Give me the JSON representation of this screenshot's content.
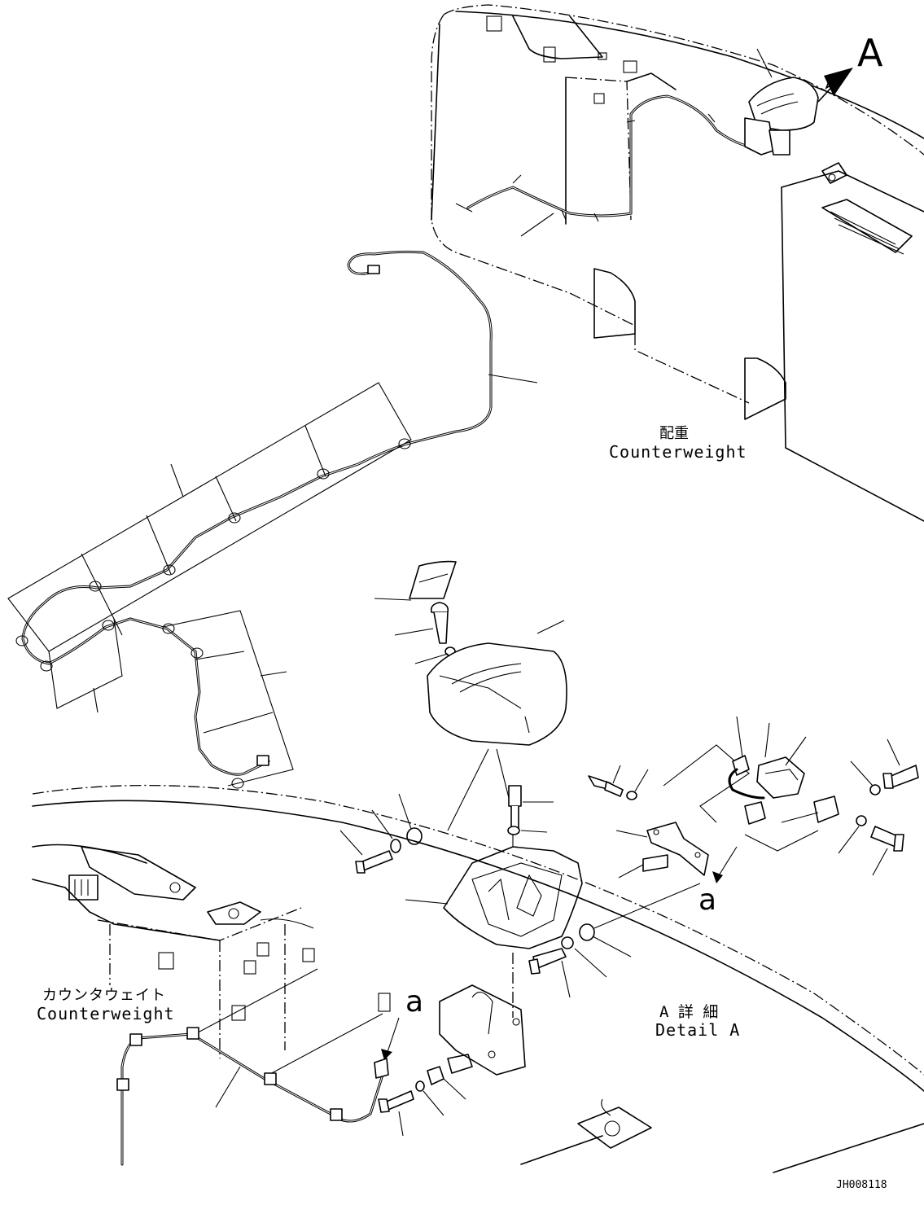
{
  "callouts": {
    "view_marker": "A",
    "detail_marker_upper": "a",
    "detail_marker_lower": "a"
  },
  "labels": {
    "counterweight_top_jp": "配重",
    "counterweight_top_en": "Counterweight",
    "counterweight_left_jp": "カウンタウェイト",
    "counterweight_left_en": "Counterweight",
    "detail_jp": "A 詳 細",
    "detail_en": "Detail A",
    "drawing_number": "JH008118"
  }
}
